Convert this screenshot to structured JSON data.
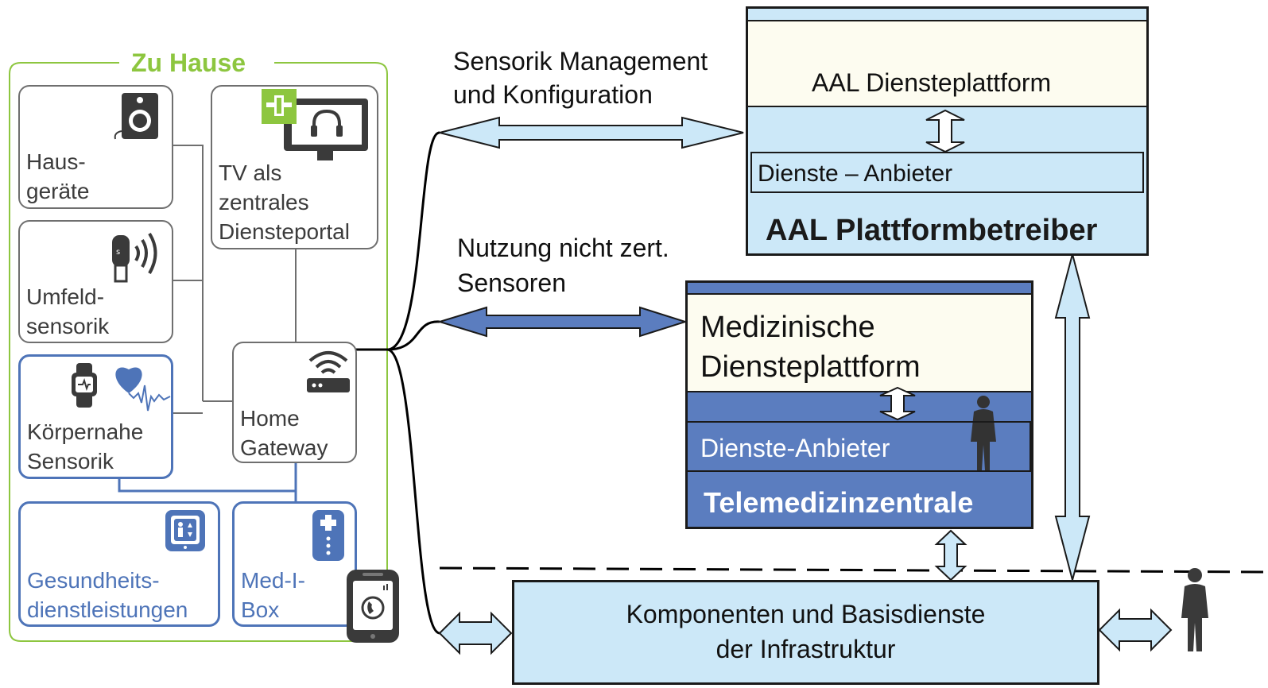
{
  "home": {
    "title": "Zu Hause",
    "hausgeraete": "Haus-\ngeräte",
    "umfeld": "Umfeld-\nsensorik",
    "koerper": "Körpernahe\nSensorik",
    "tv": "TV als\nzentrales\nDiensteportal",
    "gateway": "Home\nGateway",
    "gesundheit": "Gesundheits-\ndienstleistungen",
    "medibox": "Med-I-\nBox"
  },
  "links": {
    "sensorik": "Sensorik Management\nund Konfiguration",
    "nutzung": "Nutzung nicht zert.\nSensoren"
  },
  "aal": {
    "platform": "AAL Diensteplattform",
    "provider": "Dienste – Anbieter",
    "operator": "AAL Plattformbetreiber"
  },
  "med": {
    "platform": "Medizinische\nDiensteplattform",
    "provider": "Dienste-Anbieter",
    "center": "Telemedizinzentrale"
  },
  "infra": {
    "label": "Komponenten und Basisdienste\nder Infrastruktur"
  },
  "colors": {
    "green": "#8dc63f",
    "blue": "#4e74b8",
    "lightblue": "#cce8f8",
    "cream": "#fdfcf0",
    "darkblue": "#5b7dbf"
  }
}
